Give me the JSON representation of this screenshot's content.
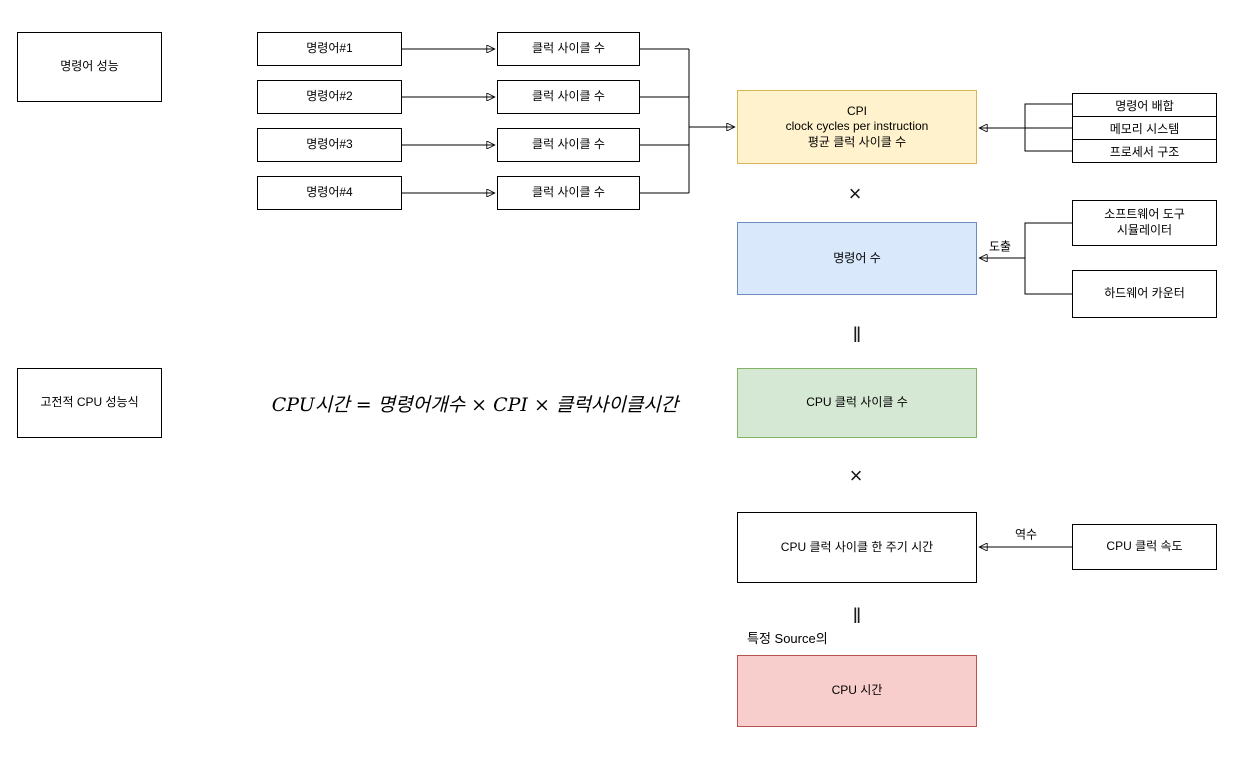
{
  "diagram": {
    "section_labels": {
      "instruction_performance": "명령어 성능",
      "classic_cpu_formula": "고전적 CPU 성능식"
    },
    "instructions": [
      "명령어#1",
      "명령어#2",
      "명령어#3",
      "명령어#4"
    ],
    "clock_cycles": [
      "클럭 사이클 수",
      "클럭 사이클 수",
      "클럭 사이클 수",
      "클럭 사이클 수"
    ],
    "cpi": {
      "line1": "CPI",
      "line2": "clock cycles per instruction",
      "line3": "평균 클럭 사이클 수"
    },
    "cpi_factors": [
      "명령어 배합",
      "메모리 시스템",
      "프로세서 구조"
    ],
    "instruction_count": "명령어 수",
    "count_sources": {
      "software": {
        "line1": "소프트웨어 도구",
        "line2": "시뮬레이터"
      },
      "hardware": "하드웨어 카운터"
    },
    "edge_labels": {
      "derive": "도출",
      "inverse": "역수"
    },
    "formula": "CPU시간 = 명령어개수 × CPI × 클럭사이클시간",
    "cpu_clock_cycles": "CPU 클럭 사이클 수",
    "clock_period": "CPU 클럭 사이클 한 주기 시간",
    "clock_speed": "CPU 클럭 속도",
    "source_note": "특정 Source의",
    "cpu_time": "CPU 시간",
    "operators": {
      "multiply": "×",
      "equals": "‖"
    },
    "colors": {
      "yellow_fill": "#FFF2CC",
      "yellow_border": "#D6B656",
      "blue_fill": "#DAE8FC",
      "blue_border": "#6C8EBF",
      "green_fill": "#D5E8D4",
      "green_border": "#82B366",
      "red_fill": "#F8CECC",
      "red_border": "#B85450",
      "line": "#000000"
    }
  }
}
